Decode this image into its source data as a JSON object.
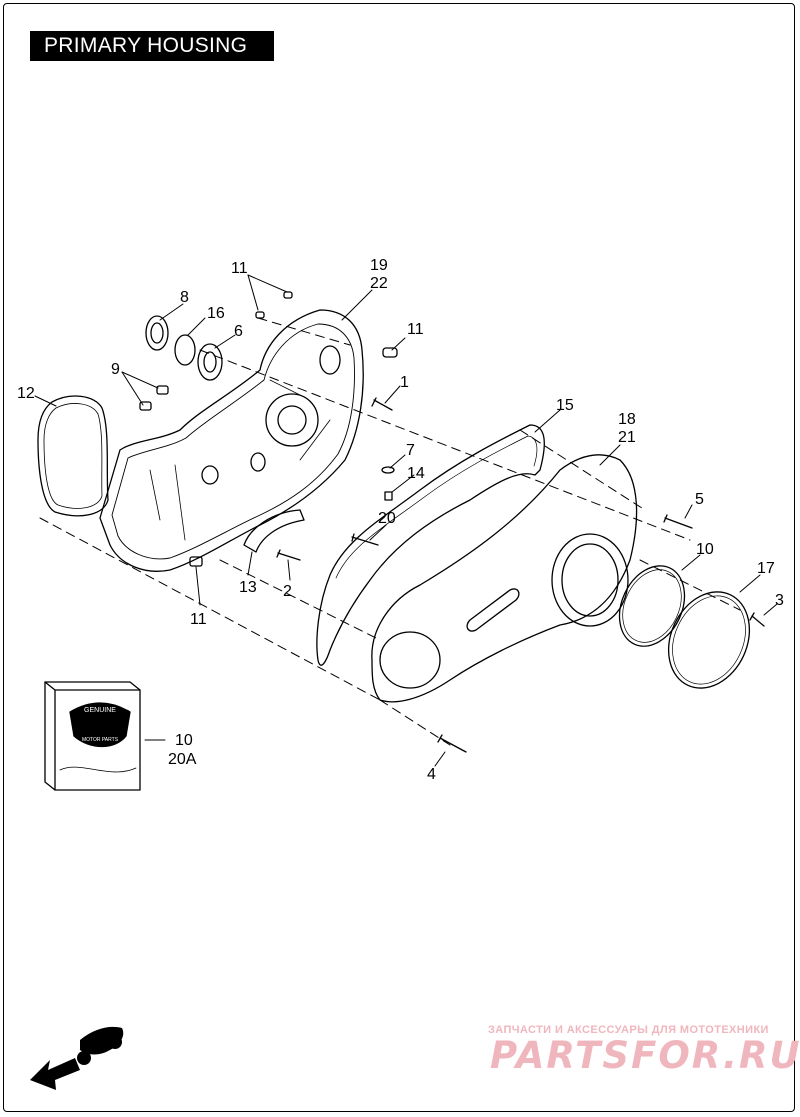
{
  "title": "PRIMARY HOUSING",
  "callouts": [
    {
      "id": "c11a",
      "text": "11"
    },
    {
      "id": "c19",
      "text": "19"
    },
    {
      "id": "c22",
      "text": "22"
    },
    {
      "id": "c8",
      "text": "8"
    },
    {
      "id": "c16",
      "text": "16"
    },
    {
      "id": "c6",
      "text": "6"
    },
    {
      "id": "c11b",
      "text": "11"
    },
    {
      "id": "c9",
      "text": "9"
    },
    {
      "id": "c1",
      "text": "1"
    },
    {
      "id": "c12",
      "text": "12"
    },
    {
      "id": "c15",
      "text": "15"
    },
    {
      "id": "c18",
      "text": "18"
    },
    {
      "id": "c21",
      "text": "21"
    },
    {
      "id": "c7",
      "text": "7"
    },
    {
      "id": "c14",
      "text": "14"
    },
    {
      "id": "c5",
      "text": "5"
    },
    {
      "id": "c20",
      "text": "20"
    },
    {
      "id": "c10a",
      "text": "10"
    },
    {
      "id": "c13",
      "text": "13"
    },
    {
      "id": "c2",
      "text": "2"
    },
    {
      "id": "c17",
      "text": "17"
    },
    {
      "id": "c3",
      "text": "3"
    },
    {
      "id": "c11c",
      "text": "11"
    },
    {
      "id": "c10b",
      "text": "10"
    },
    {
      "id": "c20A",
      "text": "20A"
    },
    {
      "id": "c4",
      "text": "4"
    }
  ],
  "kit_box": {
    "badge_top": "GENUINE",
    "badge_bottom": "MOTOR PARTS"
  },
  "watermark": {
    "tagline": "ЗАПЧАСТИ И АКСЕССУАРЫ ДЛЯ МОТОТЕХНИКИ",
    "logo": "PARTSFOR.RU"
  },
  "colors": {
    "line": "#000000",
    "watermark": "#f0b6bd"
  }
}
